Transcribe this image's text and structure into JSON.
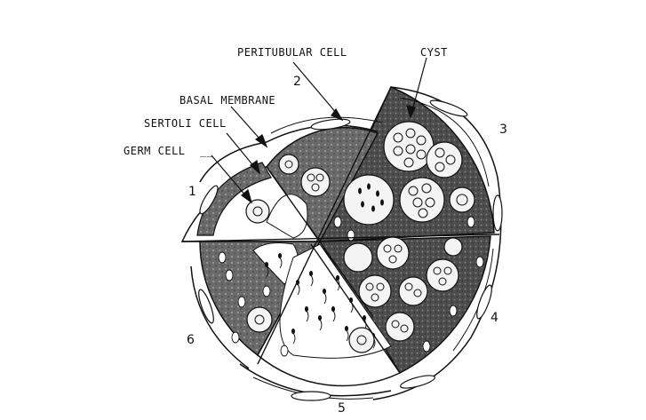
{
  "labels": {
    "peritubular_cell": "PERITUBULAR CELL",
    "cyst": "CYST",
    "basal_membrane": "BASAL MEMBRANE",
    "sertoli_cell": "SERTOLI CELL",
    "germ_cell": "GERM CELL"
  },
  "sectors": {
    "s1": "1",
    "s2": "2",
    "s3": "3",
    "s4": "4",
    "s5": "5",
    "s6": "6"
  },
  "colors": {
    "ink": "#111111",
    "tissue": "#5a5a5a",
    "tissue_dark": "#3a3a3a",
    "cell_fill": "#f4f4f4",
    "background": "#ffffff"
  }
}
